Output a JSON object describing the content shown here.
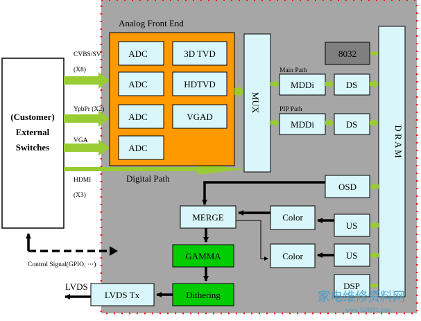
{
  "colors": {
    "chip_bg": "#a6a6a6",
    "afe_bg": "#ff9900",
    "block_fill": "#d9f7fb",
    "green_block": "#00cc00",
    "dark_block": "#7f7f7f",
    "arrow_green": "#99cc33",
    "black": "#000000",
    "red_dot": "#ff0000"
  },
  "afe": {
    "title": "Analog Front End",
    "adc_label": "ADC",
    "tvd3d": "3D TVD",
    "hdtvd": "HDTVD",
    "vgad": "VGAD"
  },
  "external": {
    "line1": "(Customer)",
    "line2": "External",
    "line3": "Switches"
  },
  "inputs": {
    "cvbs": "CVBS/SV",
    "cvbs_count": "(X8)",
    "ypbpr": "YpbPr (X2)",
    "vga": "VGA",
    "hdmi": "HDMI",
    "hdmi_count": "(X3)"
  },
  "labels": {
    "digital_path": "Digital Path",
    "main_path": "Main Path",
    "pip_path": "PIP Path",
    "control_signal": "Control Signal(GPIO, ⋯)",
    "lvds_out": "LVDS"
  },
  "blocks": {
    "mux": "MUX",
    "mddi": "MDDi",
    "ds": "DS",
    "cpu": "8032",
    "dram": "D R A M",
    "osd": "OSD",
    "merge": "MERGE",
    "color": "Color",
    "us": "US",
    "gamma": "GAMMA",
    "dithering": "Dithering",
    "lvds_tx": "LVDS Tx",
    "dsp": "DSP"
  },
  "watermark": {
    "cn": "家电维修资料网",
    "url": "www.520101.com"
  }
}
